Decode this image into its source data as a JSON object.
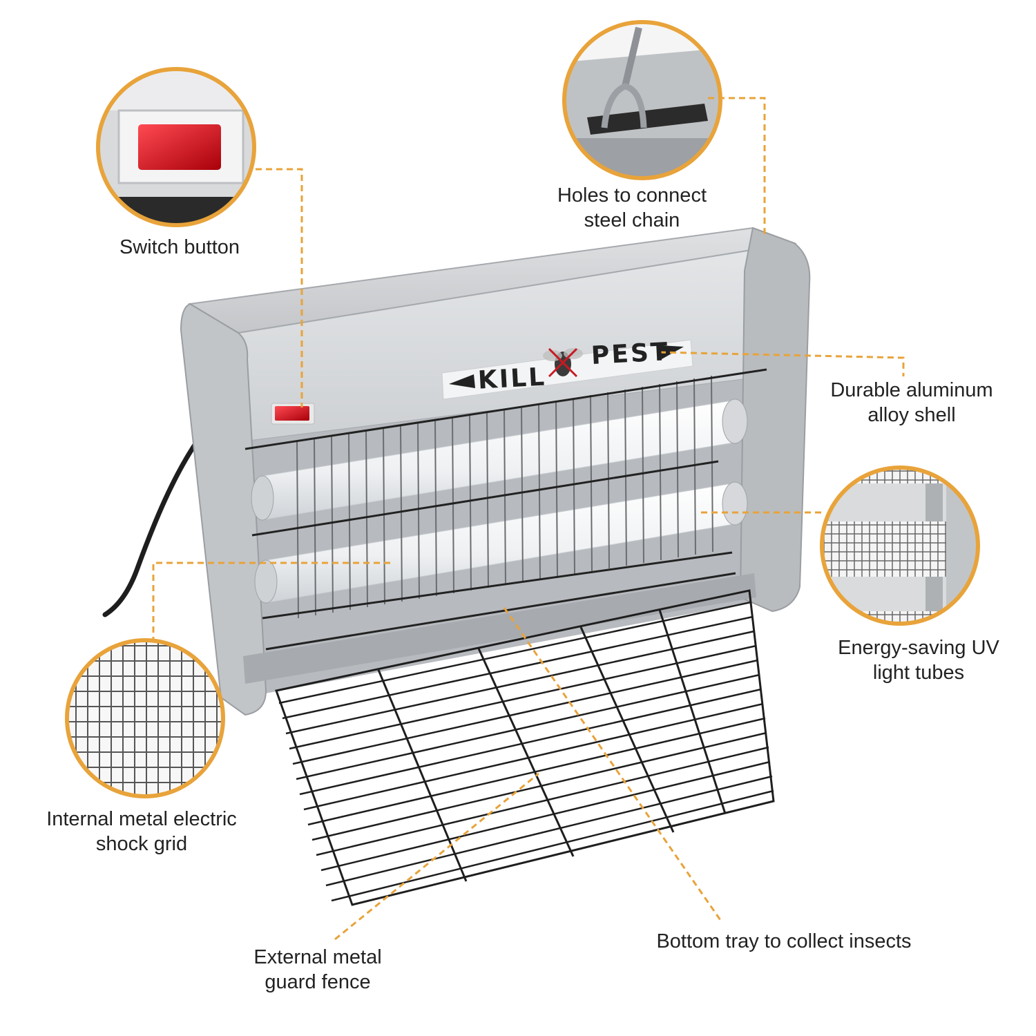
{
  "brand": {
    "left_word": "KILL",
    "right_word": "PEST"
  },
  "callouts": {
    "switch_button": {
      "lines": [
        "Switch button"
      ]
    },
    "holes": {
      "lines": [
        "Holes to connect",
        "steel chain"
      ]
    },
    "shell": {
      "lines": [
        "Durable aluminum",
        "alloy shell"
      ]
    },
    "tubes": {
      "lines": [
        "Energy-saving UV",
        "light tubes"
      ]
    },
    "grid": {
      "lines": [
        "Internal metal electric",
        "shock grid"
      ]
    },
    "fence": {
      "lines": [
        "External metal",
        "guard fence"
      ]
    },
    "tray": {
      "lines": [
        "Bottom tray to collect insects"
      ]
    }
  },
  "colors": {
    "accent": "#E8A33A",
    "housing": "#C9CBCE",
    "switch": "#D9141E",
    "wire": "#1E1E1E",
    "tube": "#EFF1F3"
  }
}
